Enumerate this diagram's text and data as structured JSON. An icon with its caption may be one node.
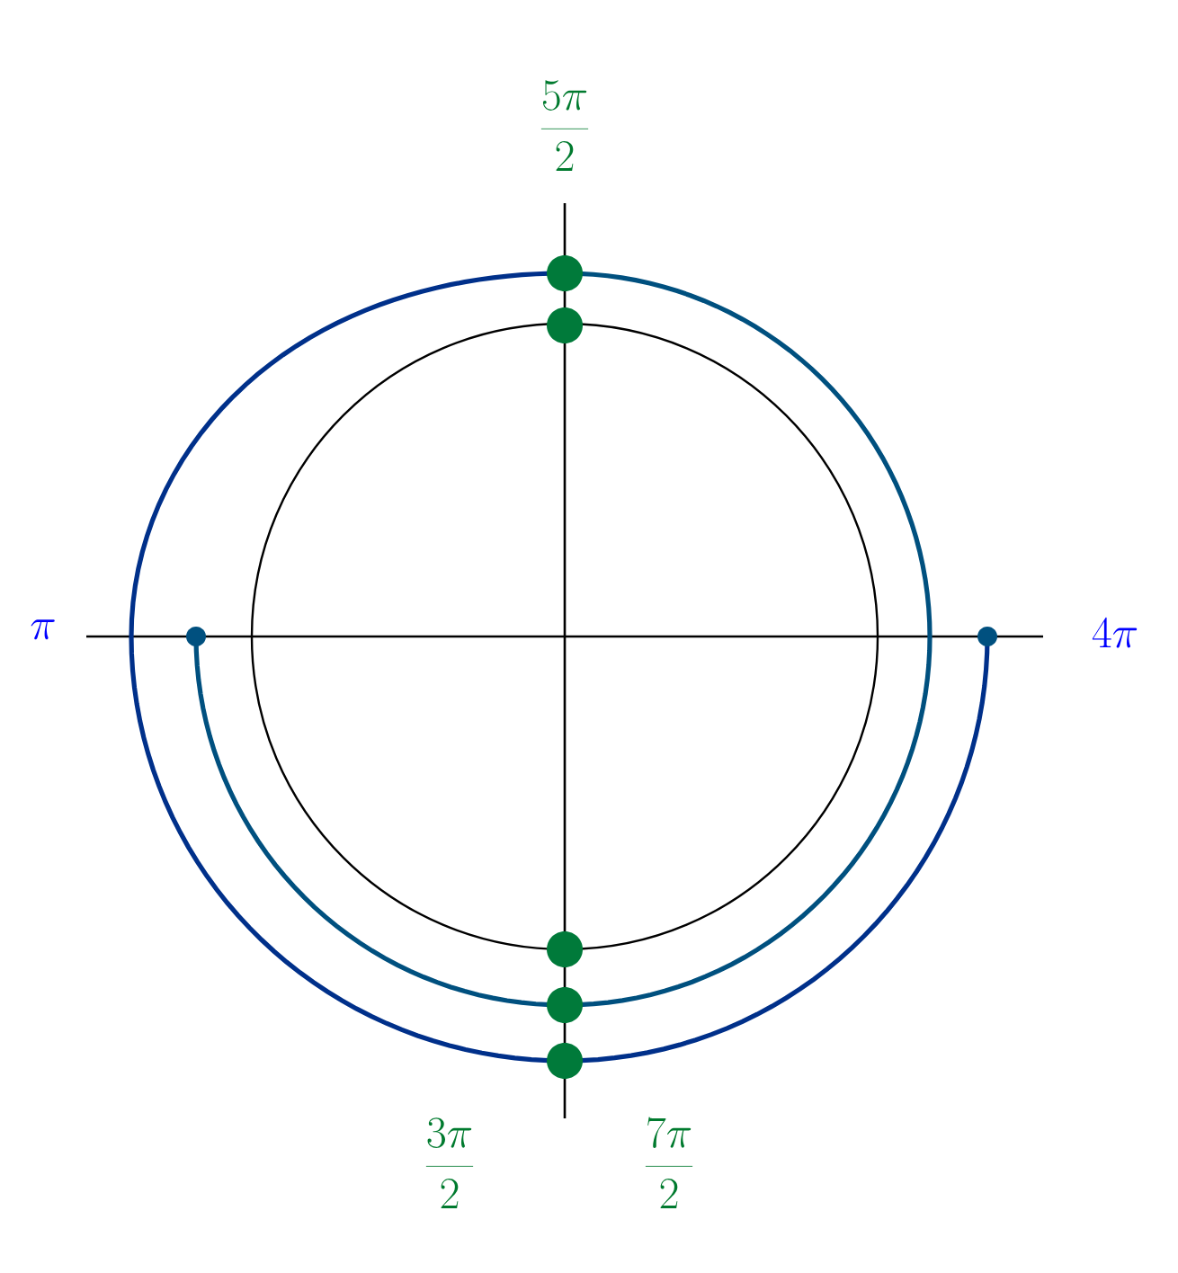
{
  "diagram": {
    "labels": [
      "\\frac{5\\pi}{2}",
      "\\pi",
      "4\\pi",
      "\\frac{3\\pi}{2}",
      "\\frac{7\\pi}{2}"
    ]
  }
}
